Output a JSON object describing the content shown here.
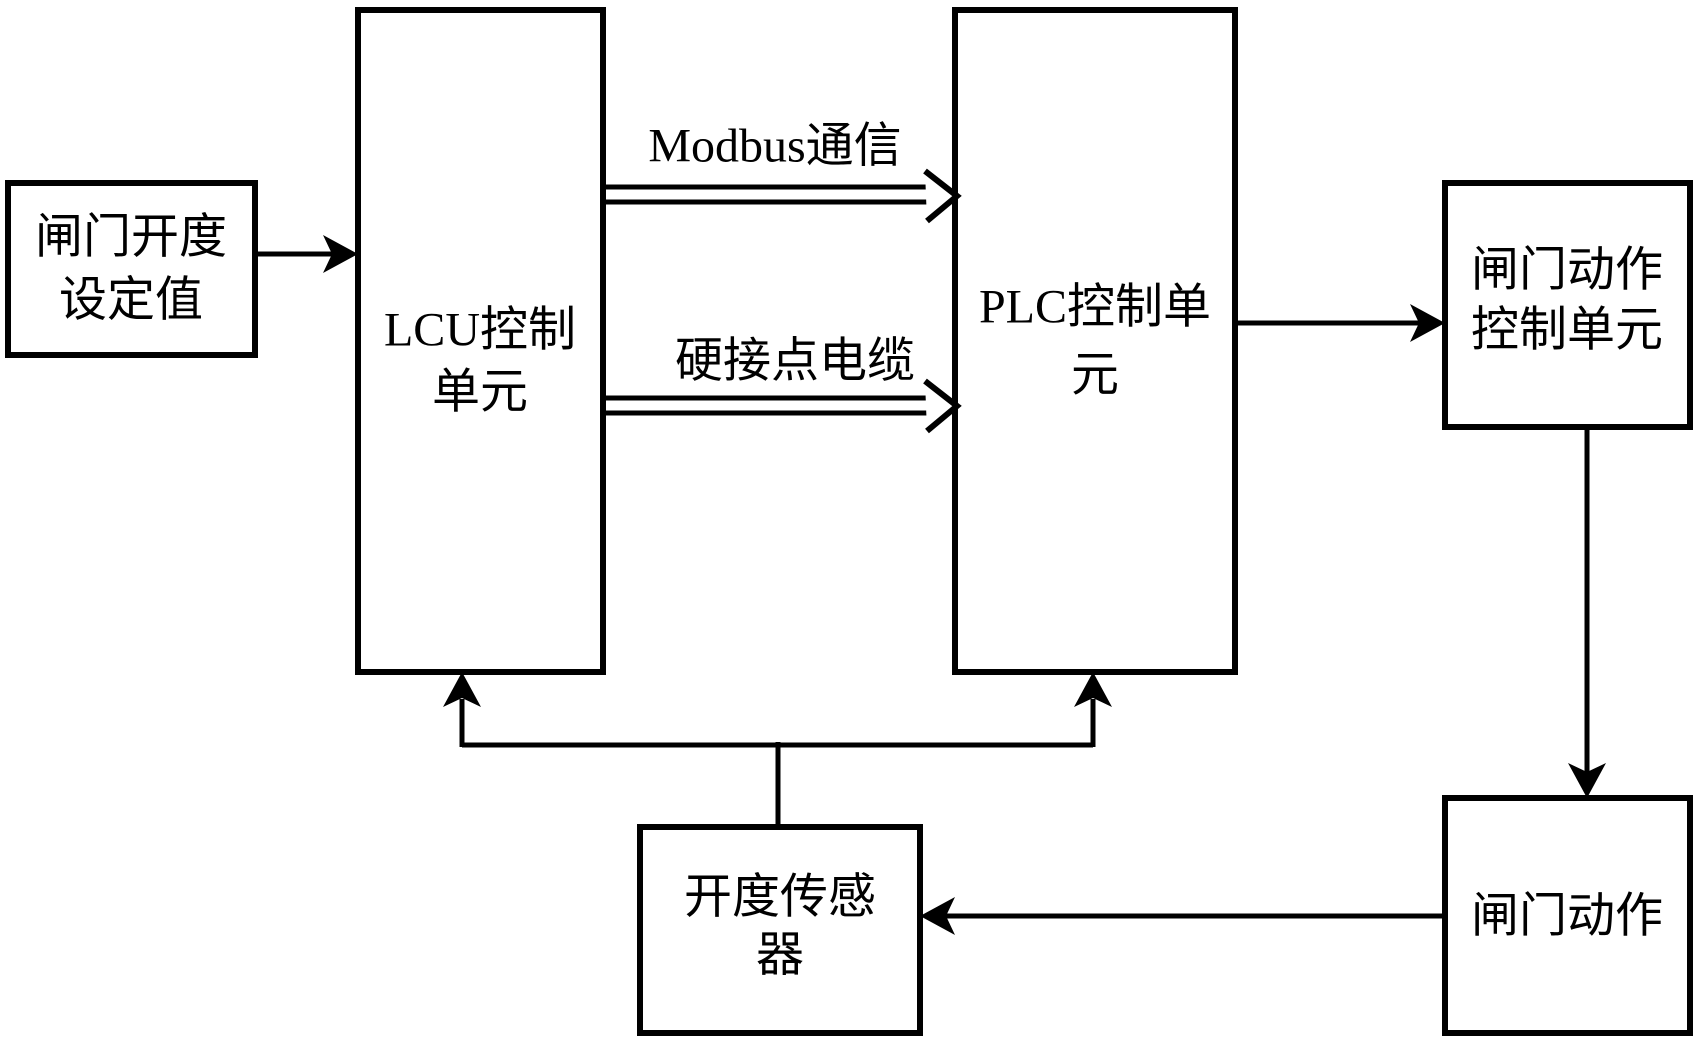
{
  "figure": {
    "background": "#ffffff",
    "line_color": "#000000",
    "boxes": {
      "setpoint": {
        "line1": "闸门开度",
        "line2": "设定值"
      },
      "lcu": {
        "line1": "LCU控制",
        "line2": "单元"
      },
      "plc": {
        "line1": "PLC控制单",
        "line2": "元"
      },
      "gate_action_ctrl": {
        "line1": "闸门动作",
        "line2": "控制单元"
      },
      "sensor": {
        "line1": "开度传感",
        "line2": "器"
      },
      "gate_action": {
        "label": "闸门动作"
      }
    },
    "edge_labels": {
      "modbus": "Modbus通信",
      "hard_wired": "硬接点电缆"
    }
  }
}
